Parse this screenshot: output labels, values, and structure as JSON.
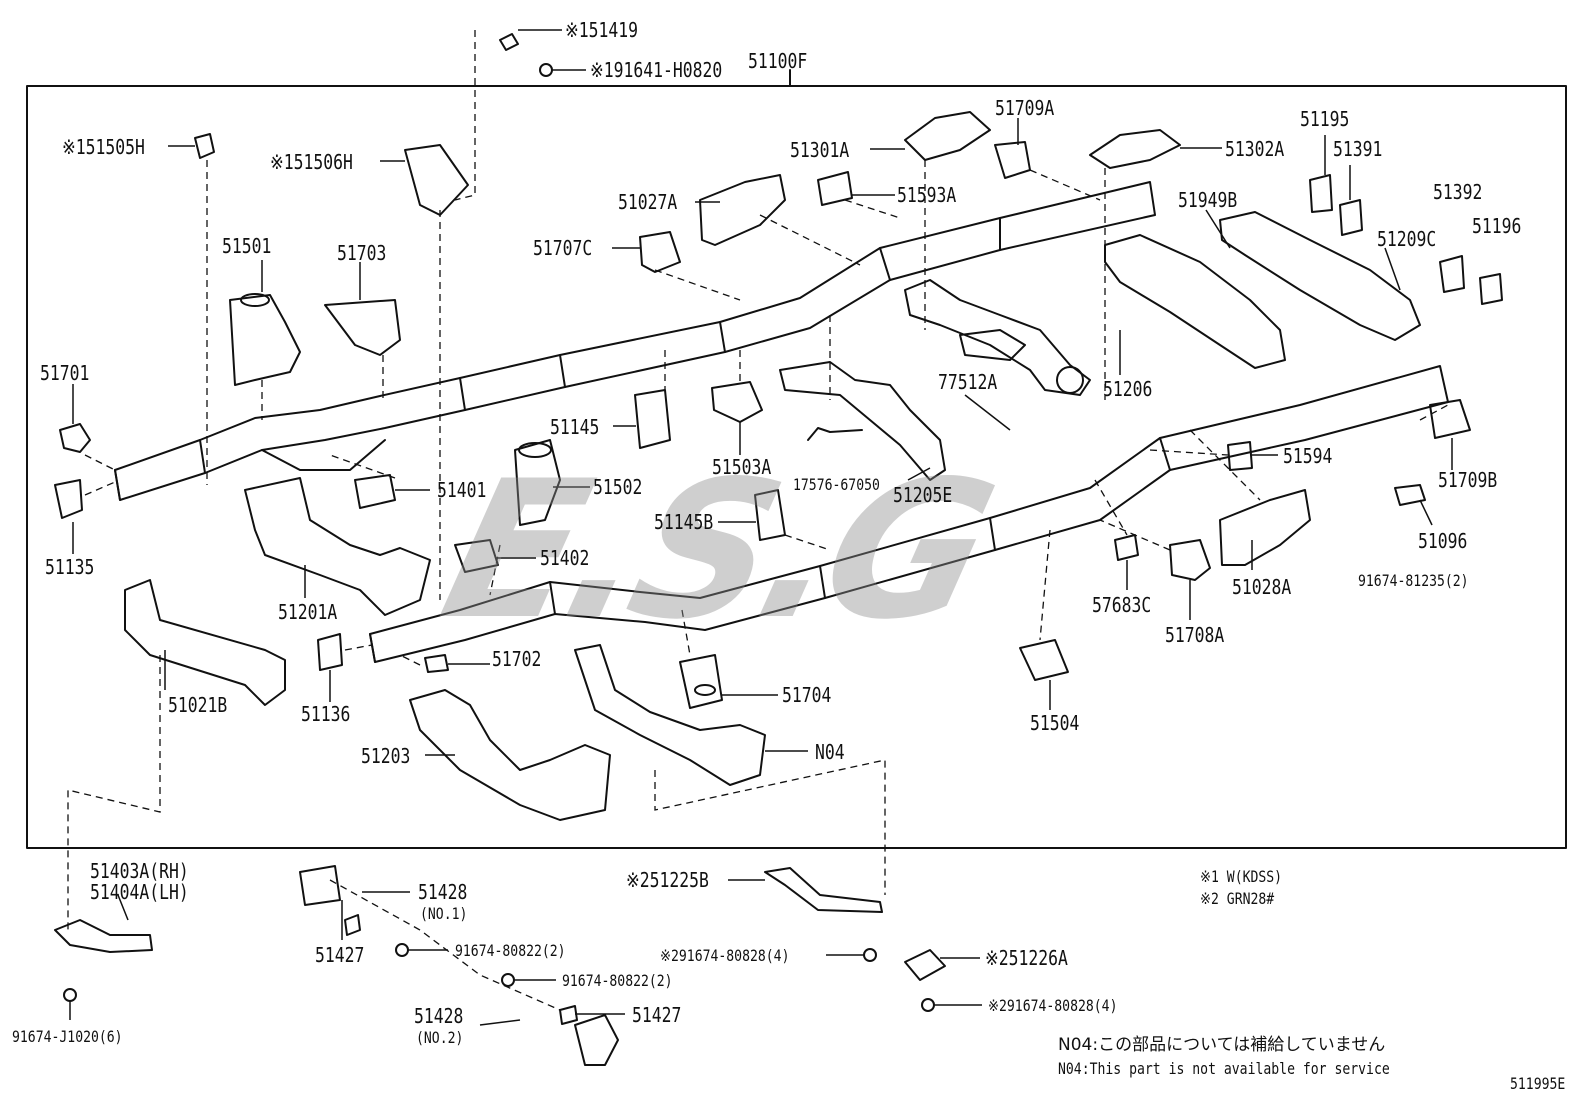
{
  "diagram_id": "511995E",
  "watermark": "E.S.G",
  "frame_label": "51100F",
  "notes": {
    "kdss": "※1 W(KDSS)",
    "grn": "※2 GRN28#",
    "n04_ja": "N04:この部品については補給していません",
    "n04_en": "N04:This part is not available for service"
  },
  "parts": [
    {
      "id": "p51419",
      "text": "※151419"
    },
    {
      "id": "p191641",
      "text": "※191641-H0820"
    },
    {
      "id": "p51505H",
      "text": "※151505H"
    },
    {
      "id": "p51506H",
      "text": "※151506H"
    },
    {
      "id": "p51501",
      "text": "51501"
    },
    {
      "id": "p51703",
      "text": "51703"
    },
    {
      "id": "p51701",
      "text": "51701"
    },
    {
      "id": "p51135",
      "text": "51135"
    },
    {
      "id": "p51027A",
      "text": "51027A"
    },
    {
      "id": "p51707C",
      "text": "51707C"
    },
    {
      "id": "p51301A",
      "text": "51301A"
    },
    {
      "id": "p51709A",
      "text": "51709A"
    },
    {
      "id": "p51593A",
      "text": "51593A"
    },
    {
      "id": "p51302A",
      "text": "51302A"
    },
    {
      "id": "p51195",
      "text": "51195"
    },
    {
      "id": "p51391",
      "text": "51391"
    },
    {
      "id": "p51949B",
      "text": "51949B"
    },
    {
      "id": "p51392",
      "text": "51392"
    },
    {
      "id": "p51196",
      "text": "51196"
    },
    {
      "id": "p51209C",
      "text": "51209C"
    },
    {
      "id": "p51206",
      "text": "51206"
    },
    {
      "id": "p77512A",
      "text": "77512A"
    },
    {
      "id": "p51145",
      "text": "51145"
    },
    {
      "id": "p51503A",
      "text": "51503A"
    },
    {
      "id": "p17576",
      "text": "17576-67050"
    },
    {
      "id": "p51205E",
      "text": "51205E"
    },
    {
      "id": "p51401",
      "text": "51401"
    },
    {
      "id": "p51502",
      "text": "51502"
    },
    {
      "id": "p51145B",
      "text": "51145B"
    },
    {
      "id": "p51402",
      "text": "51402"
    },
    {
      "id": "p51201A",
      "text": "51201A"
    },
    {
      "id": "p51594",
      "text": "51594"
    },
    {
      "id": "p51709B",
      "text": "51709B"
    },
    {
      "id": "p51096",
      "text": "51096"
    },
    {
      "id": "p91674_81235",
      "text": "91674-81235(2)"
    },
    {
      "id": "p51028A",
      "text": "51028A"
    },
    {
      "id": "p57683C",
      "text": "57683C"
    },
    {
      "id": "p51708A",
      "text": "51708A"
    },
    {
      "id": "p51021B",
      "text": "51021B"
    },
    {
      "id": "p51702",
      "text": "51702"
    },
    {
      "id": "p51136",
      "text": "51136"
    },
    {
      "id": "p51704",
      "text": "51704"
    },
    {
      "id": "p51504",
      "text": "51504"
    },
    {
      "id": "p51203",
      "text": "51203"
    },
    {
      "id": "pN04",
      "text": "N04"
    },
    {
      "id": "p51403A",
      "text": "51403A(RH)"
    },
    {
      "id": "p51404A",
      "text": "51404A(LH)"
    },
    {
      "id": "p91674_J1020",
      "text": "91674-J1020(6)"
    },
    {
      "id": "p51428a",
      "text": "51428"
    },
    {
      "id": "p51428a_sub",
      "text": "(NO.1)"
    },
    {
      "id": "p51427a",
      "text": "51427"
    },
    {
      "id": "p91674_80822a",
      "text": "91674-80822(2)"
    },
    {
      "id": "p91674_80822b",
      "text": "91674-80822(2)"
    },
    {
      "id": "p51428b",
      "text": "51428"
    },
    {
      "id": "p51428b_sub",
      "text": "(NO.2)"
    },
    {
      "id": "p51427b",
      "text": "51427"
    },
    {
      "id": "p51225B",
      "text": "※251225B"
    },
    {
      "id": "p91674_80828a",
      "text": "※291674-80828(4)"
    },
    {
      "id": "p51226A",
      "text": "※251226A"
    },
    {
      "id": "p91674_80828b",
      "text": "※291674-80828(4)"
    }
  ]
}
